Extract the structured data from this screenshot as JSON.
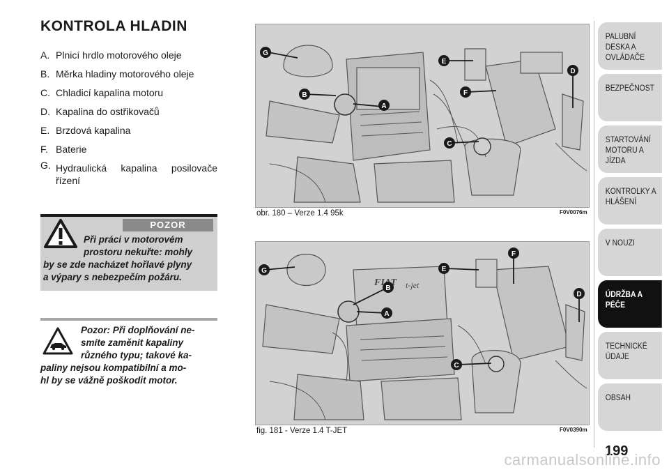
{
  "heading": "KONTROLA HLADIN",
  "legend": [
    {
      "key": "A.",
      "text": "Plnicí hrdlo motorového oleje"
    },
    {
      "key": "B.",
      "text": "Měrka hladiny motorového oleje"
    },
    {
      "key": "C.",
      "text": "Chladicí kapalina motoru"
    },
    {
      "key": "D.",
      "text": "Kapalina do ostřikovačů"
    },
    {
      "key": "E.",
      "text": "Brzdová kapalina"
    },
    {
      "key": "F.",
      "text": "Baterie"
    },
    {
      "key": "G.",
      "text": "Hydraulická kapalina posilovače řízení"
    }
  ],
  "warning": {
    "label": "POZOR",
    "line1": "Při práci v motorovém",
    "line2": "prostoru nekuřte: mohly",
    "line3": "by se zde nacházet hořlavé plyny",
    "line4": "a výpary s nebezpečím požáru."
  },
  "caution": {
    "line1": "Pozor: Při doplňování ne-",
    "line2": "smíte zaměnit kapaliny",
    "line3": "různého typu; takové ka-",
    "line4": "paliny nejsou kompatibilní a mo-",
    "line5": "hl by se vážně poškodit motor."
  },
  "figures": [
    {
      "caption": "obr. 180 – Verze 1.4 95k",
      "code": "F0V0076m"
    },
    {
      "caption": "fig. 181 - Verze 1.4 T-JET",
      "code": "F0V0390m"
    }
  ],
  "callouts": [
    "A",
    "B",
    "C",
    "D",
    "E",
    "F",
    "G"
  ],
  "engine_badge": "FIAT",
  "engine_script": "t-jet",
  "tabs": [
    {
      "label": "PALUBNÍ DESKA A OVLÁDAČE",
      "active": false
    },
    {
      "label": "BEZPEČNOST",
      "active": false
    },
    {
      "label": "STARTOVÁNÍ MOTORU A JÍZDA",
      "active": false
    },
    {
      "label": "KONTROLKY A HLÁŠENÍ",
      "active": false
    },
    {
      "label": "V NOUZI",
      "active": false
    },
    {
      "label": "ÚDRŽBA A PÉČE",
      "active": true
    },
    {
      "label": "TECHNICKÉ ÚDAJE",
      "active": false
    },
    {
      "label": "OBSAH",
      "active": false
    }
  ],
  "page_number": "199",
  "watermark": "carmanualsonline.info"
}
